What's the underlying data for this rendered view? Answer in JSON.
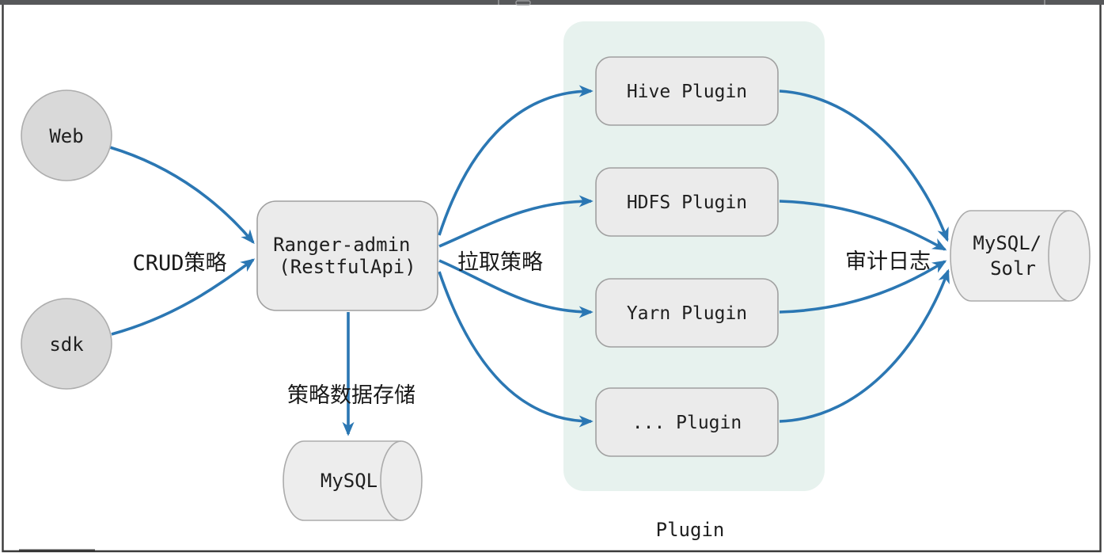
{
  "colors": {
    "arrow": "#2b77b3",
    "panel": "#e7f2ee",
    "box_fill": "#ebebeb",
    "box_border": "#a0a0a0",
    "circle_fill": "#d9d9d9",
    "circle_border": "#adadad",
    "cylinder_fill": "#ededed",
    "cylinder_border": "#ababab",
    "text": "#1e1e1e",
    "chrome_bar": "#57585a",
    "frame_border": "#3a3a3a"
  },
  "nodes": {
    "web": {
      "label": "Web"
    },
    "sdk": {
      "label": "sdk"
    },
    "admin": {
      "line1": "Ranger-admin",
      "line2": "(RestfulApi)"
    },
    "plugins": [
      {
        "label": "Hive Plugin"
      },
      {
        "label": "HDFS Plugin"
      },
      {
        "label": "Yarn Plugin"
      },
      {
        "label": "... Plugin"
      }
    ],
    "policy_db": {
      "label": "MySQL"
    },
    "audit_db": {
      "line1": "MySQL/",
      "line2": "Solr"
    }
  },
  "edge_labels": {
    "crud": "CRUD策略",
    "pull": "拉取策略",
    "store": "策略数据存储",
    "audit": "审计日志"
  },
  "panel": {
    "label": "Plugin"
  }
}
